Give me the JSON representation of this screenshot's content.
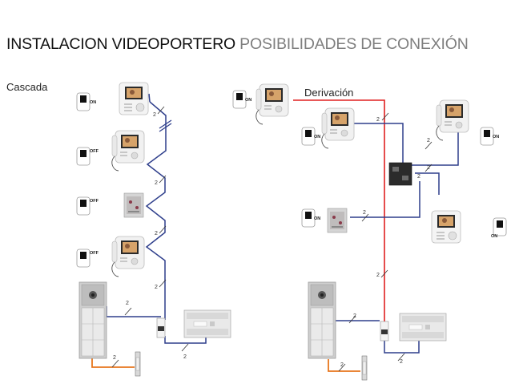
{
  "title": {
    "main": "INSTALACION VIDEOPORTERO",
    "sub": "POSIBILIDADES DE CONEXIÓN"
  },
  "sections": {
    "left": "Cascada",
    "right": "Derivación"
  },
  "wire_count": "2",
  "switch_on": "ON",
  "switch_off": "OFF",
  "colors": {
    "bus": "#2f3f8c",
    "riser": "#e02020",
    "lock_wire": "#e8761c"
  }
}
